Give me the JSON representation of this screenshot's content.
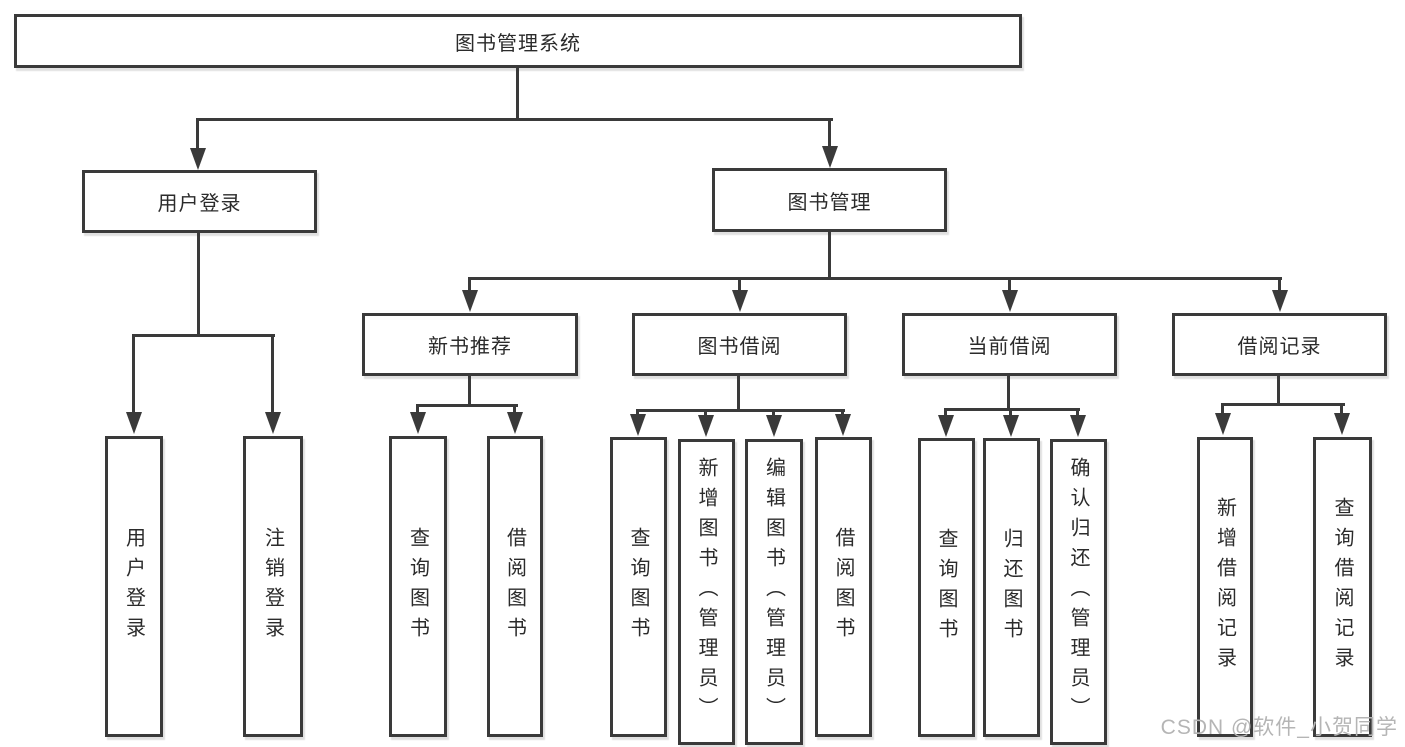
{
  "root": {
    "label": "图书管理系统"
  },
  "user_branch": {
    "label": "用户登录",
    "leaves": [
      {
        "label": "用户登录"
      },
      {
        "label": "注销登录"
      }
    ]
  },
  "book_branch": {
    "label": "图书管理",
    "groups": [
      {
        "label": "新书推荐",
        "leaves": [
          {
            "label": "查询图书"
          },
          {
            "label": "借阅图书"
          }
        ]
      },
      {
        "label": "图书借阅",
        "leaves": [
          {
            "label": "查询图书"
          },
          {
            "label": "新增图书（管理员）"
          },
          {
            "label": "编辑图书（管理员）"
          },
          {
            "label": "借阅图书"
          }
        ]
      },
      {
        "label": "当前借阅",
        "leaves": [
          {
            "label": "查询图书"
          },
          {
            "label": "归还图书"
          },
          {
            "label": "确认归还（管理员）"
          }
        ]
      },
      {
        "label": "借阅记录",
        "leaves": [
          {
            "label": "新增借阅记录"
          },
          {
            "label": "查询借阅记录"
          }
        ]
      }
    ]
  },
  "watermark": {
    "text": "CSDN @软件_小贺同学"
  },
  "colors": {
    "line": "#3a3a3a",
    "text": "#2b2b2b",
    "watermark": "#b5b5b5",
    "background": "#ffffff"
  }
}
